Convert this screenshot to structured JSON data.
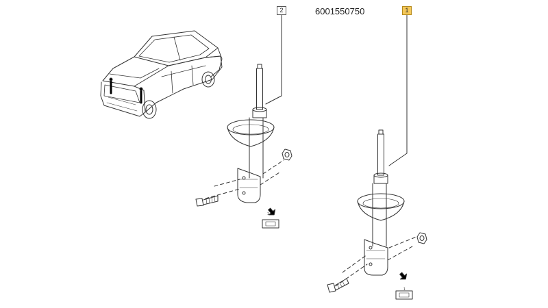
{
  "diagram": {
    "callouts": [
      {
        "label": "2"
      },
      {
        "label": "1",
        "highlight_color": "#f4c85a"
      }
    ],
    "part_number": "6001550750",
    "view_markers": [
      {
        "label": "1"
      },
      {
        "label": "1"
      }
    ],
    "colors": {
      "line": "#333333",
      "highlight": "#f4c85a"
    }
  }
}
